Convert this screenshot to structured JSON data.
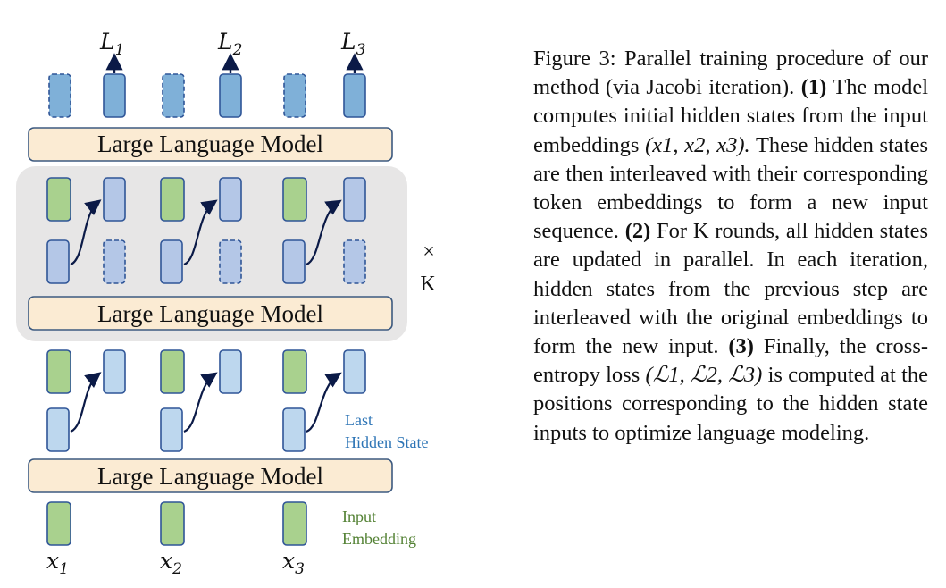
{
  "diagram": {
    "model_label": "Large Language Model",
    "loop_label_times": "×",
    "loop_label_k": "K",
    "last_hidden_state_line1": "Last",
    "last_hidden_state_line2": "Hidden State",
    "input_embedding_line1": "Input",
    "input_embedding_line2": "Embedding",
    "inputs": [
      {
        "var": "x",
        "sub": "1"
      },
      {
        "var": "x",
        "sub": "2"
      },
      {
        "var": "x",
        "sub": "3"
      }
    ],
    "losses": [
      {
        "var": "L",
        "sub": "1"
      },
      {
        "var": "L",
        "sub": "2"
      },
      {
        "var": "L",
        "sub": "3"
      }
    ],
    "colors": {
      "llm_fill": "#fbebd3",
      "llm_stroke": "#3d5a80",
      "embed_green": "#a9d18e",
      "hidden_light": "#bdd7ee",
      "hidden_mid": "#b4c7e7",
      "output_blue": "#7fb0d8",
      "loop_box": "#e7e6e6",
      "blue_text": "#2e75b6",
      "green_text": "#548235",
      "arrow": "#0b1a47"
    }
  },
  "caption": {
    "figure_label": "Figure 3:",
    "intro": "Parallel training procedure of our method (via Jacobi iteration).",
    "step1_marker": "(1)",
    "step1_text": "The model computes initial hidden states from the input embeddings",
    "step1_math": "(x1, x2, x3).",
    "step1_text2": "These hidden states are then interleaved with their corresponding token embeddings to form a new input sequence.",
    "step2_marker": "(2)",
    "step2_text": "For K rounds, all hidden states are updated in parallel. In each iteration, hidden states from the previous step are interleaved with the original embeddings to form the new input.",
    "step3_marker": "(3)",
    "step3_text": "Finally, the cross-entropy loss",
    "step3_math": "(ℒ1, ℒ2, ℒ3)",
    "step3_text2": "is computed at the positions corresponding to the hidden state inputs to optimize language modeling."
  }
}
